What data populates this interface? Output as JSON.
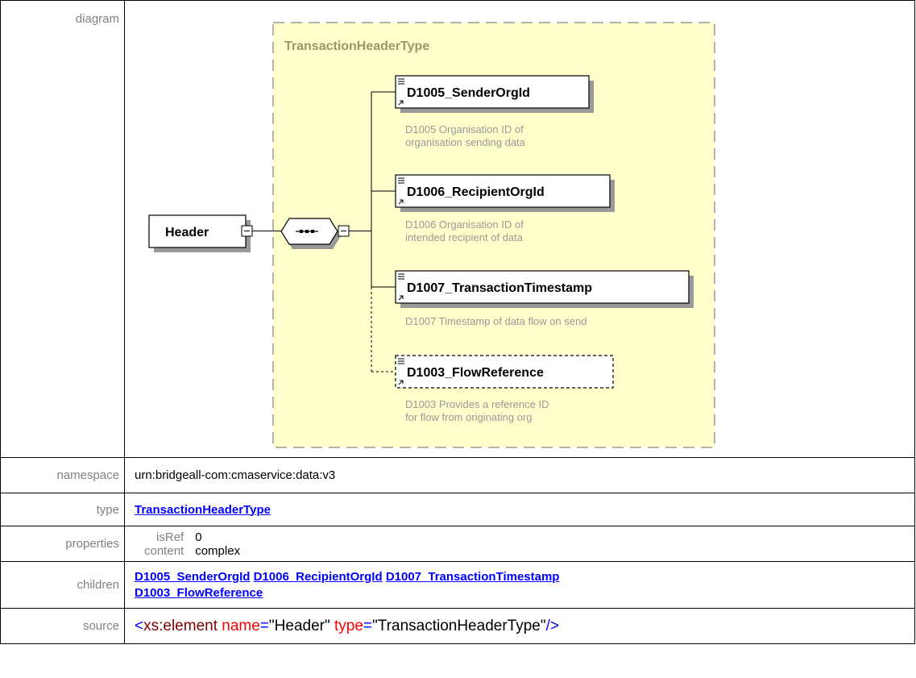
{
  "labels": {
    "diagram": "diagram",
    "namespace": "namespace",
    "type": "type",
    "properties": "properties",
    "children": "children",
    "source": "source"
  },
  "diagram": {
    "container_title": "TransactionHeaderType",
    "root_element": "Header",
    "children": [
      {
        "name": "D1005_SenderOrgId",
        "doc_line1": "D1005 Organisation ID of",
        "doc_line2": "organisation sending data",
        "optional": false
      },
      {
        "name": "D1006_RecipientOrgId",
        "doc_line1": "D1006 Organisation ID of",
        "doc_line2": "intended recipient of data",
        "optional": false
      },
      {
        "name": "D1007_TransactionTimestamp",
        "doc_line1": "D1007 Timestamp of data flow on send",
        "doc_line2": "",
        "optional": false
      },
      {
        "name": "D1003_FlowReference",
        "doc_line1": "D1003 Provides a reference ID",
        "doc_line2": "for flow from originating org",
        "optional": true
      }
    ],
    "colors": {
      "container_bg": "#ffffcc",
      "title": "#999966",
      "doc_text": "#999999"
    }
  },
  "namespace": "urn:bridgeall-com:cmaservice:data:v3",
  "type": "TransactionHeaderType",
  "properties": [
    {
      "key": "isRef",
      "value": "0"
    },
    {
      "key": "content",
      "value": "complex"
    }
  ],
  "children_links": [
    "D1005_SenderOrgId",
    "D1006_RecipientOrgId",
    "D1007_TransactionTimestamp",
    "D1003_FlowReference"
  ],
  "source": {
    "open": "<",
    "tag": "xs:element",
    "attr1": "name",
    "eq": "=",
    "val1": "\"Header\"",
    "attr2": "type",
    "val2": "\"TransactionHeaderType\"",
    "close": "/>"
  }
}
